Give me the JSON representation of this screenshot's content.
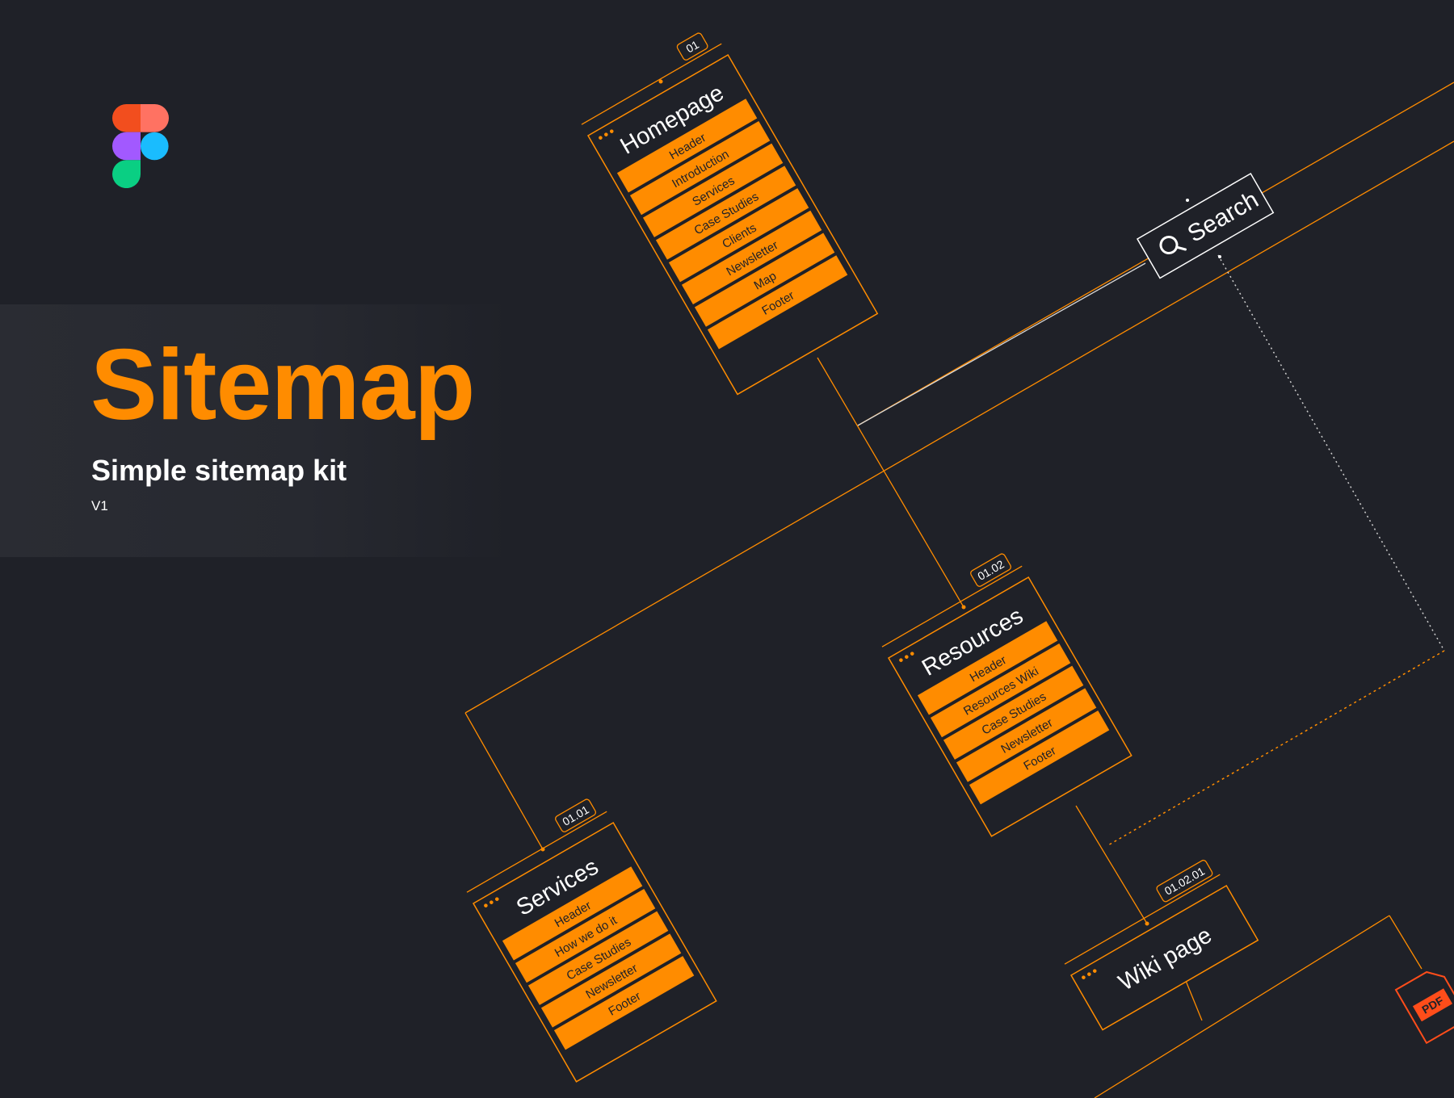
{
  "header": {
    "title": "Sitemap",
    "subtitle": "Simple sitemap kit",
    "version": "V1"
  },
  "logo": {
    "name": "figma-logo",
    "colors": [
      "#f24e1e",
      "#ff7262",
      "#a259ff",
      "#1abcfe",
      "#0acf83"
    ]
  },
  "colors": {
    "background": "#1f2128",
    "accent": "#ff8c00",
    "text": "#ffffff"
  },
  "nodes": {
    "homepage": {
      "badge": "01",
      "title": "Homepage",
      "items": [
        "Header",
        "Introduction",
        "Services",
        "Case Studies",
        "Clients",
        "Newsletter",
        "Map",
        "Footer"
      ]
    },
    "resources": {
      "badge": "01.02",
      "title": "Resources",
      "items": [
        "Header",
        "Resources Wiki",
        "Case Studies",
        "Newsletter",
        "Footer"
      ]
    },
    "services": {
      "badge": "01.01",
      "title": "Services",
      "items": [
        "Header",
        "How we do it",
        "Case Studies",
        "Newsletter",
        "Footer"
      ]
    },
    "wiki": {
      "badge": "01.02.01",
      "title": "Wiki page"
    },
    "search": {
      "label": "Search",
      "icon": "search-icon"
    },
    "pdf": {
      "label": "PDF",
      "icon": "pdf-file-icon"
    }
  }
}
